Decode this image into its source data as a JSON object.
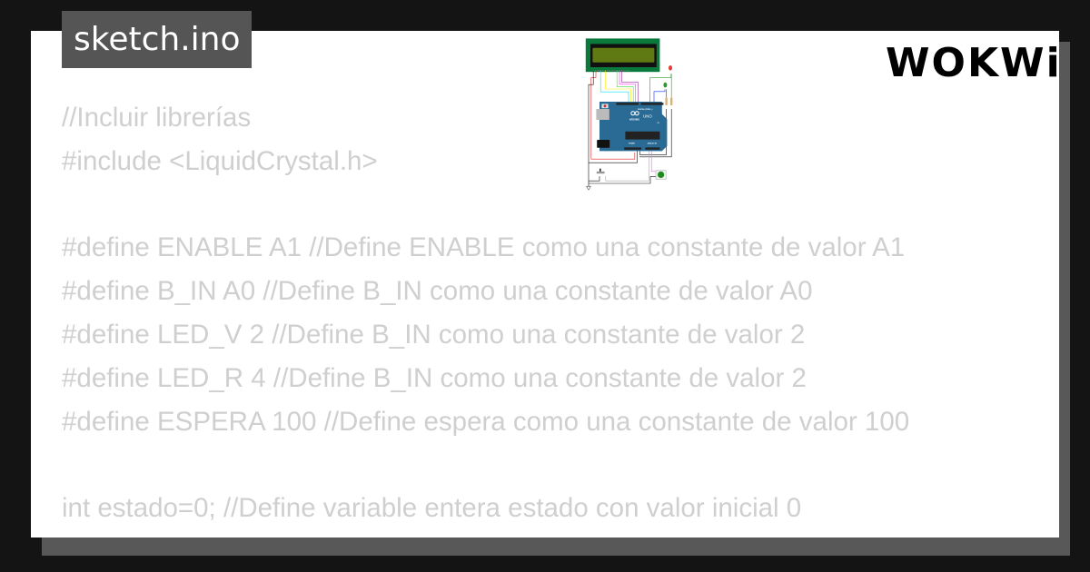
{
  "title": "sketch.ino",
  "code_lines": [
    "//Incluir librerías",
    "#include <LiquidCrystal.h>",
    "",
    "#define ENABLE A1 //Define ENABLE como una constante de valor A1",
    "#define B_IN A0 //Define B_IN como una constante de valor A0",
    "#define LED_V 2 //Define B_IN como una constante de valor 2",
    "#define LED_R 4 //Define B_IN como una constante de valor 2",
    "#define ESPERA 100 //Define espera como una constante de valor 100",
    "",
    "int estado=0; //Define variable entera estado con valor inicial 0"
  ],
  "logo": "WOKWi",
  "board": {
    "brand": "ARDUINO",
    "model": "UNO",
    "digital_label": "DIGITAL (PWM ~)",
    "power_label": "POWER",
    "analog_label": "ANALOG IN",
    "on_label": "ON"
  },
  "colors": {
    "lcd_board": "#0a7a3c",
    "lcd_screen": "#5f7a12",
    "arduino": "#2a6b96",
    "led_red": "#e53935",
    "led_green": "#2e9b34"
  }
}
